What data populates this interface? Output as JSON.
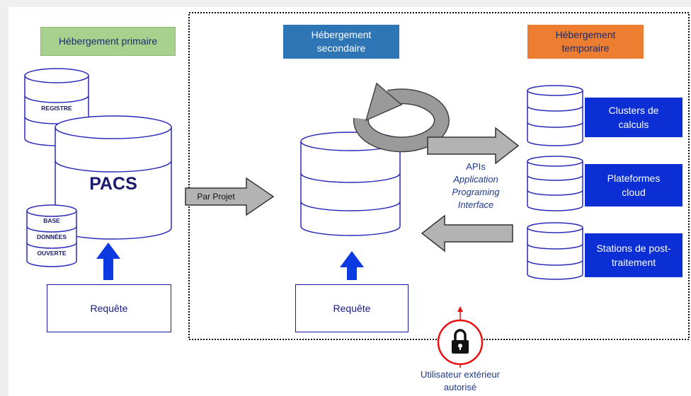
{
  "headers": {
    "primary": "Hébergement primaire",
    "secondary": "Hébergement secondaire",
    "temporary": "Hébergement temporaire"
  },
  "colors": {
    "primary_bg": "#a9d18e",
    "secondary_bg": "#2e75b6",
    "temporary_bg": "#ed7d31",
    "service_bg": "#0b2fd4",
    "arrow_blue": "#0b3be0",
    "db_outline": "#2a2ab8",
    "lock_ring": "#e81010"
  },
  "databases": {
    "registre": "REGISTRE",
    "pacs": "PACS",
    "open_db": [
      "BASE",
      "DONNÉES",
      "OUVERTE"
    ]
  },
  "services": [
    "Clusters de calculs",
    "Plateformes cloud",
    "Stations de post-traitement"
  ],
  "arrows": {
    "par_projet": "Par Projet"
  },
  "apis": {
    "title": "APIs",
    "lines": [
      "Application",
      "Programing",
      "Interface"
    ]
  },
  "requests": {
    "left": "Requête",
    "center": "Requête"
  },
  "external_user": {
    "line1": "Utilisateur extérieur",
    "line2": "autorisé"
  },
  "icons": [
    "lock-icon",
    "refresh-cycle-icon",
    "database-icon",
    "up-arrow-icon",
    "right-arrow-icon",
    "left-arrow-icon"
  ]
}
